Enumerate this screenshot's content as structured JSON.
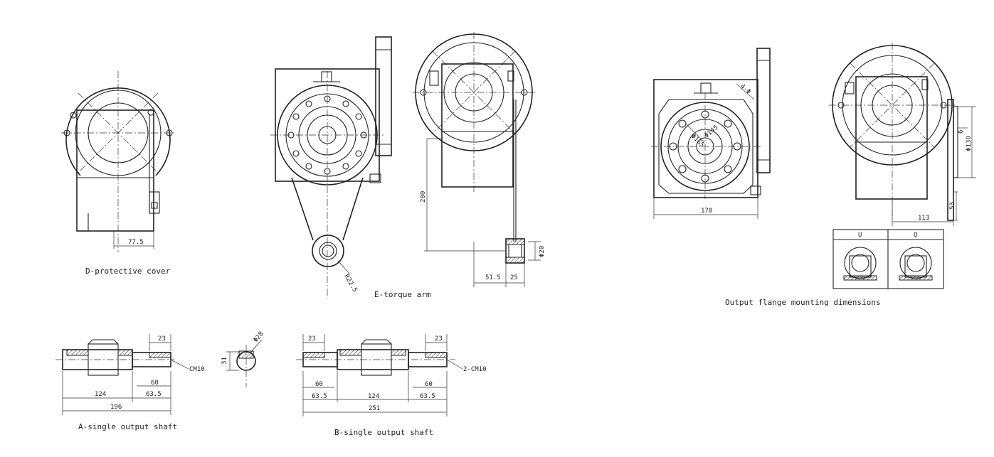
{
  "captions": {
    "protective_cover": "D-protective cover",
    "torque_arm": "E-torque arm",
    "flange": "Output flange mounting dimensions",
    "single_shaft": "A-single output shaft",
    "double_shaft": "B-single output shaft"
  },
  "dims": {
    "d_775": "77.5",
    "e_200": "200",
    "e_r225": "R22.5",
    "e_515": "51.5",
    "e_25": "25",
    "e_phi20": "Φ20",
    "f_170": "170",
    "f_113": "113",
    "f_phi130": "Φ130",
    "f_6": "6",
    "f_53": "53",
    "f_4phi": "4-Φ",
    "f_pcd1": "Φ165",
    "f_pcd2": "Φ145",
    "f_table_u": "U",
    "f_table_q": "Q",
    "a_23": "23",
    "a_cm10": "CM10",
    "a_60": "60",
    "a_124": "124",
    "a_635": "63.5",
    "a_196": "196",
    "k_31": "31",
    "k_phi28": "Φ28",
    "b_23l": "23",
    "b_23r": "23",
    "b_cm10": "2-CM10",
    "b_60l": "60",
    "b_60r": "60",
    "b_635l": "63.5",
    "b_124": "124",
    "b_635r": "63.5",
    "b_251": "251"
  }
}
